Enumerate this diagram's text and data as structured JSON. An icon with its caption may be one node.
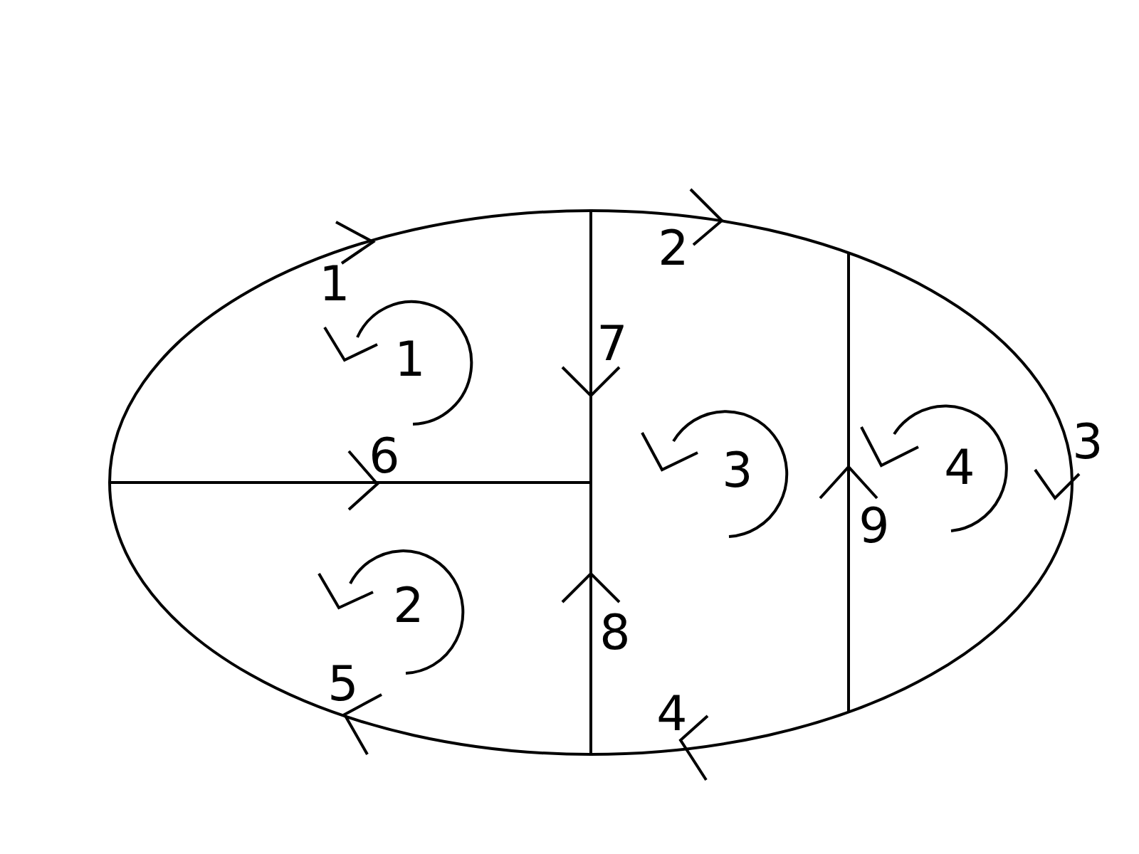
{
  "diagram": {
    "labels": [
      "2",
      "1",
      "7",
      "1",
      "3",
      "6",
      "4",
      "3",
      "9",
      "2",
      "8",
      "5",
      "4"
    ]
  }
}
